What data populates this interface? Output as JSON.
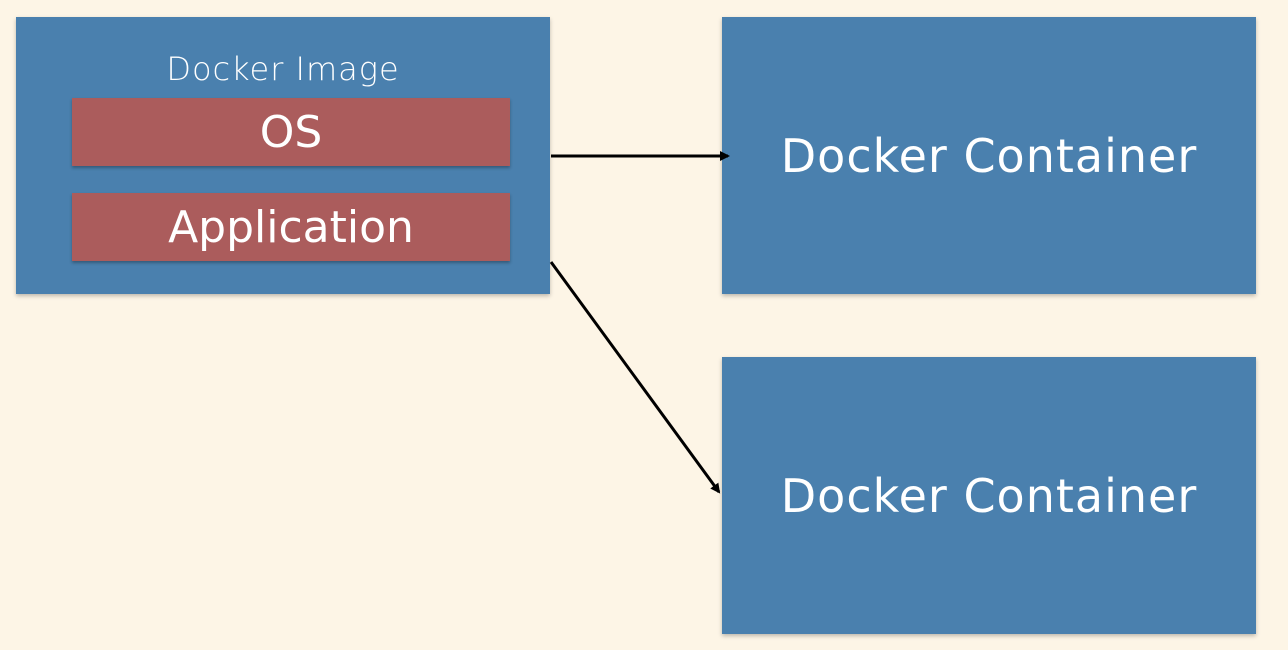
{
  "image": {
    "title": "Docker Image",
    "layers": [
      "OS",
      "Application"
    ]
  },
  "containers": [
    {
      "label": "Docker Container"
    },
    {
      "label": "Docker Container"
    }
  ],
  "colors": {
    "background": "#fdf5e6",
    "box": "#4a80ae",
    "layer": "#ab5c5c",
    "text": "#ffffff",
    "arrow": "#000000"
  }
}
